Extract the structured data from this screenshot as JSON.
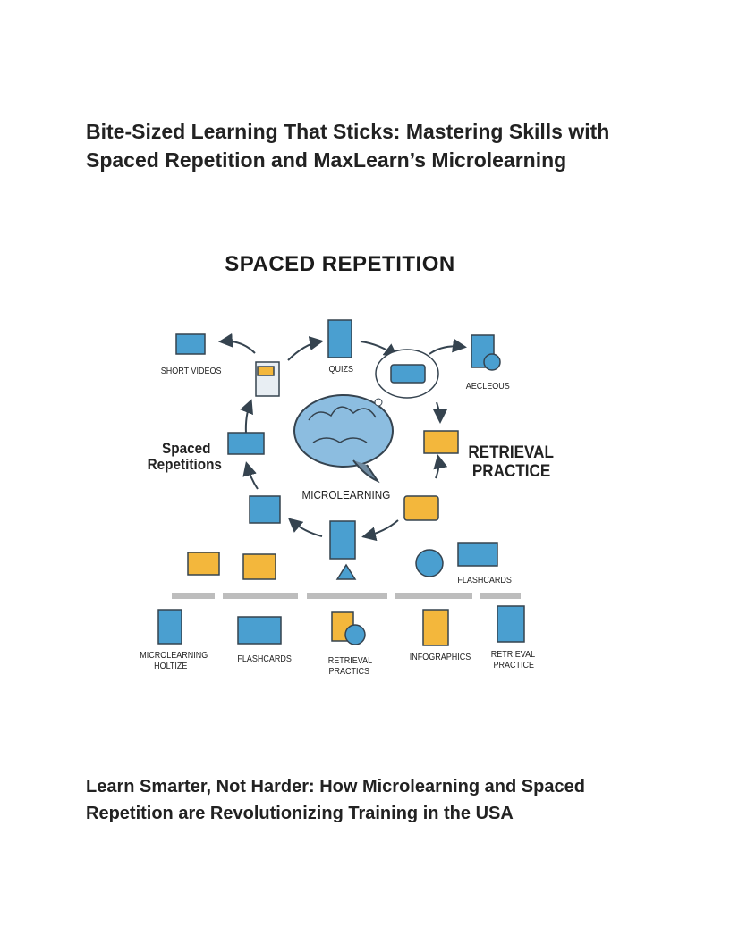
{
  "heading_1": "Bite-Sized Learning That Sticks: Mastering Skills with Spaced Repetition and MaxLearn’s Microlearning",
  "figure": {
    "title": "SPACED REPETITION",
    "center_label": "MICROLEARNING",
    "cycle_labels": {
      "short_videos": "SHORT VIDEOS",
      "quizs": "QUIZS",
      "aecleous": "AECLEOUS",
      "spaced_repetitions_1": "Spaced",
      "spaced_repetitions_2": "Repetitions",
      "retrieval_1": "RETRIEVAL",
      "retrieval_2": "PRACTICE"
    },
    "timeline_labels": {
      "flashcards_top": "FLASHCARDS",
      "microlearning_1": "MICROLEARNING",
      "microlearning_2": "HOLTIZE",
      "flashcards": "FLASHCARDS",
      "retrieval_practics_1": "RETRIEVAL",
      "retrieval_practics_2": "PRACTICS",
      "infographics": "INFOGRAPHICS",
      "retrieval_practice_1": "RETRIEVAL",
      "retrieval_practice_2": "PRACTICE"
    },
    "colors": {
      "blue": "#4a9fd0",
      "yellow": "#f3b73c",
      "dark": "#35434f",
      "brain": "#8cbde0",
      "gray": "#bdbdbd"
    }
  },
  "heading_2": "Learn Smarter, Not Harder: How Microlearning and Spaced Repetition are Revolutionizing Training in the USA"
}
